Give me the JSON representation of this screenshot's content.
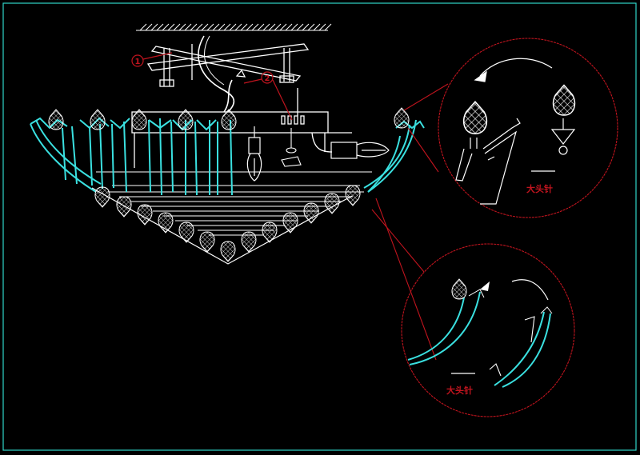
{
  "drawing": {
    "background": "#000000",
    "frame_color": "#2fd4c8",
    "crystal_color": "#ffffff",
    "glass_color": "#3ae0e0",
    "callout_color": "#c0141e"
  },
  "callouts": {
    "one": "1",
    "two": "2"
  },
  "detail_upper": {
    "note": "大头针"
  },
  "detail_lower": {
    "note": "大头针"
  }
}
